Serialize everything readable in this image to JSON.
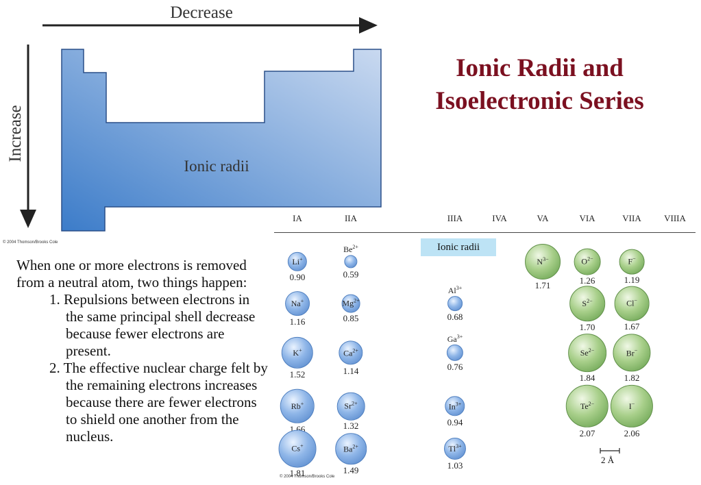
{
  "title": {
    "line1": "Ionic Radii and",
    "line2": "Isoelectronic Series"
  },
  "trend": {
    "horizontal_label": "Decrease",
    "vertical_label": "Increase",
    "table_label": "Ionic radii",
    "colors": {
      "light": "#c9d9f0",
      "dark": "#3c7cc9"
    }
  },
  "copyright": "© 2004 Thomson/Brooks Cole",
  "body": {
    "intro": "When one or more electrons is removed from a neutral atom, two things happen:",
    "points": [
      "1. Repulsions between electrons in the same principal shell decrease because fewer electrons are present.",
      "2. The effective nuclear charge felt by the remaining electrons increases because there are fewer electrons to shield one another from the nucleus."
    ]
  },
  "chart_data": {
    "type": "table",
    "legend": "Ionic radii",
    "scale_label": "2 Å",
    "groups": [
      "IA",
      "IIA",
      "IIIA",
      "IVA",
      "VA",
      "VIA",
      "VIIA",
      "VIIIA"
    ],
    "ions": [
      {
        "symbol": "Li",
        "charge": "+",
        "radius": "0.90",
        "group": "IA",
        "period": 2,
        "kind": "cation"
      },
      {
        "symbol": "Na",
        "charge": "+",
        "radius": "1.16",
        "group": "IA",
        "period": 3,
        "kind": "cation"
      },
      {
        "symbol": "K",
        "charge": "+",
        "radius": "1.52",
        "group": "IA",
        "period": 4,
        "kind": "cation"
      },
      {
        "symbol": "Rb",
        "charge": "+",
        "radius": "1.66",
        "group": "IA",
        "period": 5,
        "kind": "cation"
      },
      {
        "symbol": "Cs",
        "charge": "+",
        "radius": "1.81",
        "group": "IA",
        "period": 6,
        "kind": "cation"
      },
      {
        "symbol": "Be",
        "charge": "2+",
        "radius": "0.59",
        "group": "IIA",
        "period": 2,
        "kind": "cation"
      },
      {
        "symbol": "Mg",
        "charge": "2+",
        "radius": "0.85",
        "group": "IIA",
        "period": 3,
        "kind": "cation"
      },
      {
        "symbol": "Ca",
        "charge": "2+",
        "radius": "1.14",
        "group": "IIA",
        "period": 4,
        "kind": "cation"
      },
      {
        "symbol": "Sr",
        "charge": "2+",
        "radius": "1.32",
        "group": "IIA",
        "period": 5,
        "kind": "cation"
      },
      {
        "symbol": "Ba",
        "charge": "2+",
        "radius": "1.49",
        "group": "IIA",
        "period": 6,
        "kind": "cation"
      },
      {
        "symbol": "Al",
        "charge": "3+",
        "radius": "0.68",
        "group": "IIIA",
        "period": 3,
        "kind": "cation"
      },
      {
        "symbol": "Ga",
        "charge": "3+",
        "radius": "0.76",
        "group": "IIIA",
        "period": 4,
        "kind": "cation"
      },
      {
        "symbol": "In",
        "charge": "3+",
        "radius": "0.94",
        "group": "IIIA",
        "period": 5,
        "kind": "cation"
      },
      {
        "symbol": "Tl",
        "charge": "3+",
        "radius": "1.03",
        "group": "IIIA",
        "period": 6,
        "kind": "cation"
      },
      {
        "symbol": "N",
        "charge": "3−",
        "radius": "1.71",
        "group": "VA",
        "period": 2,
        "kind": "anion"
      },
      {
        "symbol": "O",
        "charge": "2−",
        "radius": "1.26",
        "group": "VIA",
        "period": 2,
        "kind": "anion"
      },
      {
        "symbol": "S",
        "charge": "2−",
        "radius": "1.70",
        "group": "VIA",
        "period": 3,
        "kind": "anion"
      },
      {
        "symbol": "Se",
        "charge": "2−",
        "radius": "1.84",
        "group": "VIA",
        "period": 4,
        "kind": "anion"
      },
      {
        "symbol": "Te",
        "charge": "2−",
        "radius": "2.07",
        "group": "VIA",
        "period": 5,
        "kind": "anion"
      },
      {
        "symbol": "F",
        "charge": "−",
        "radius": "1.19",
        "group": "VIIA",
        "period": 2,
        "kind": "anion"
      },
      {
        "symbol": "Cl",
        "charge": "−",
        "radius": "1.67",
        "group": "VIIA",
        "period": 3,
        "kind": "anion"
      },
      {
        "symbol": "Br",
        "charge": "−",
        "radius": "1.82",
        "group": "VIIA",
        "period": 4,
        "kind": "anion"
      },
      {
        "symbol": "I",
        "charge": "−",
        "radius": "2.06",
        "group": "VIIA",
        "period": 5,
        "kind": "anion"
      }
    ]
  }
}
